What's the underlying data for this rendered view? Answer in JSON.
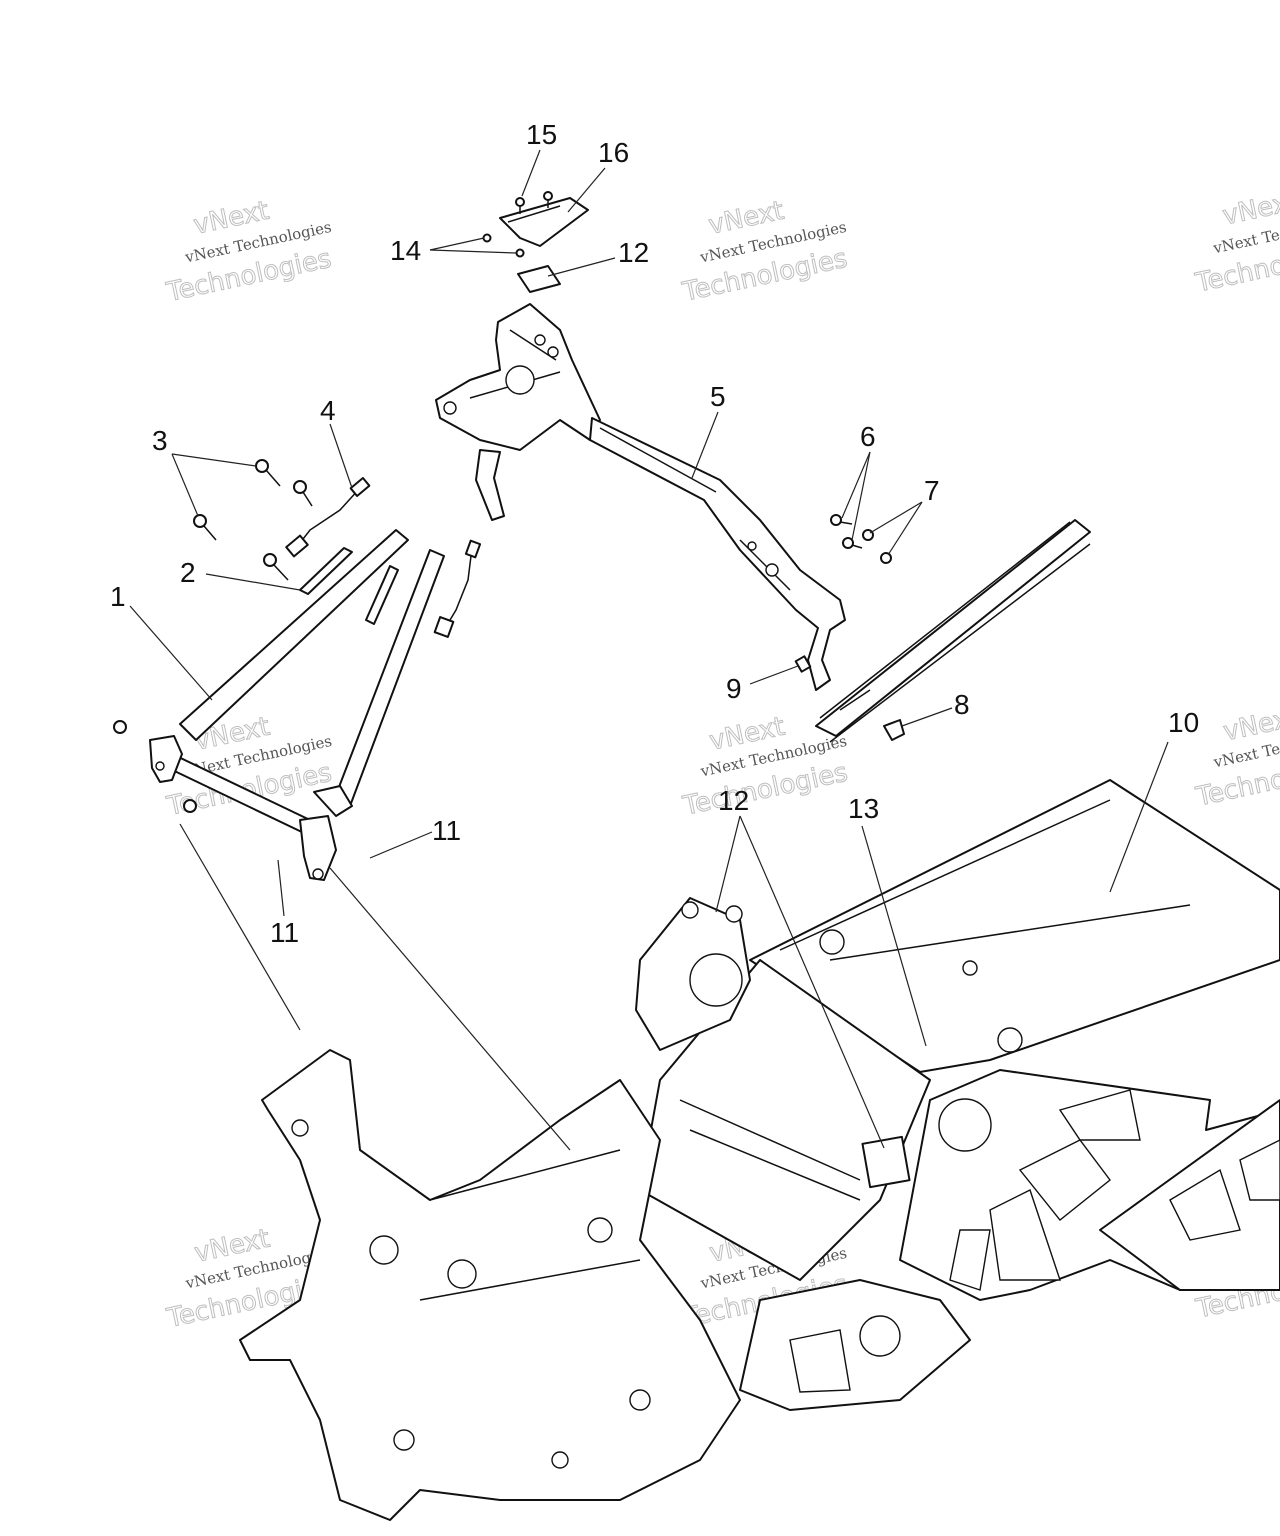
{
  "callouts": {
    "c1": "1",
    "c2": "2",
    "c3": "3",
    "c4": "4",
    "c5": "5",
    "c6": "6",
    "c7": "7",
    "c8": "8",
    "c9": "9",
    "c10": "10",
    "c11a": "11",
    "c11b": "11",
    "c12a": "12",
    "c12b": "12",
    "c13": "13",
    "c14": "14",
    "c15": "15",
    "c16": "16"
  },
  "watermark": {
    "brand_top": "vNext",
    "brand_line": "vNext Technologies",
    "brand_bottom": "Technologies"
  },
  "colors": {
    "ink": "#111111",
    "watermark": "#8a8a8a",
    "background": "#ffffff"
  }
}
